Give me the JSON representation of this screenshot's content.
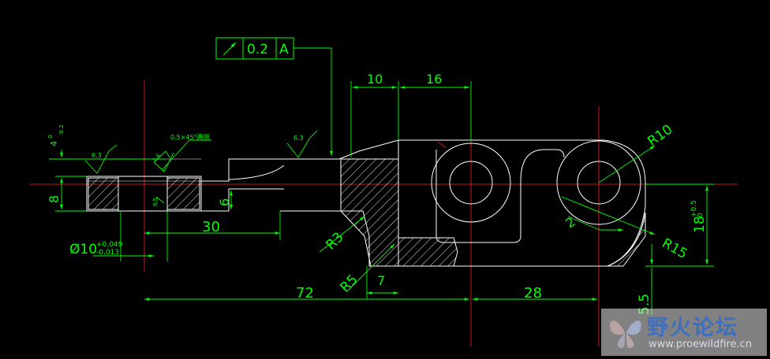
{
  "tolerance_frame": {
    "symbol": "runout-arrow",
    "value": "0.2",
    "datum": "A"
  },
  "dimensions": {
    "d10": "10",
    "d16": "16",
    "d8": "8",
    "d6": "6",
    "d30": "30",
    "d72": "72",
    "d7": "7",
    "d28": "28",
    "d5_5": "5.5",
    "r10": "R10",
    "r15": "R15",
    "r3": "R3",
    "r5": "R5",
    "r2": "2",
    "d18": "18",
    "d18_tol_up": "+0.5",
    "d18_tol_lo": "0",
    "dia10": "Ø10",
    "dia10_tol_up": "+0.049",
    "dia10_tol_lo": "-0.013",
    "d4": "4",
    "d4_tol_up": "0",
    "d4_tol_lo": "-0.2"
  },
  "notes": {
    "rough_1": "6.3",
    "rough_2": "6.3",
    "rough_3": "1.6",
    "rough_4": "0.5",
    "chamfer": "0.5×45°两侧"
  },
  "watermark": {
    "name": "野火论坛",
    "url": "www.proewildfire.cn"
  },
  "colors": {
    "background": "#000000",
    "outline": "#ffffff",
    "dimension": "#00ff00",
    "centerline": "#ff2020",
    "hatch": "#ffffff"
  }
}
